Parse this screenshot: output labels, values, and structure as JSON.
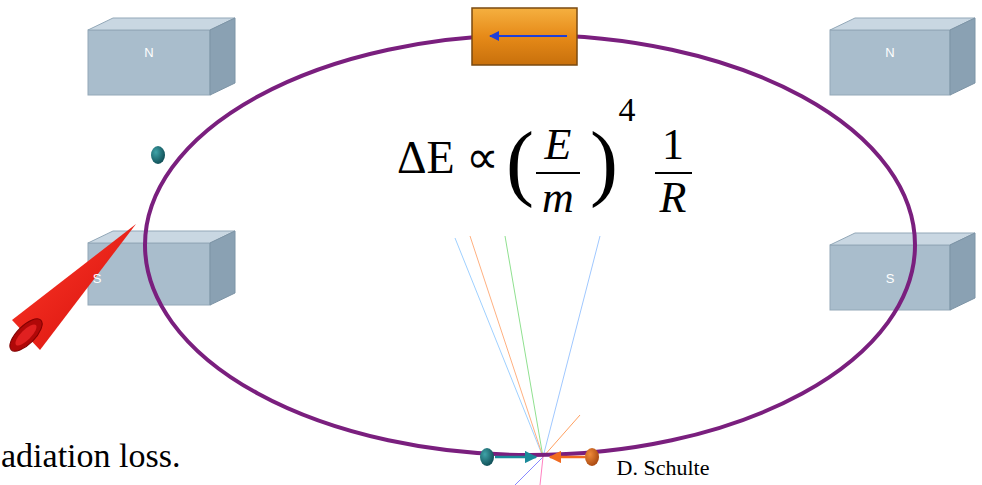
{
  "diagram": {
    "nodes": [
      {
        "text": [
          "N"
        ]
      },
      {
        "text": [
          "N"
        ]
      },
      {
        "text": [
          "S"
        ]
      },
      {
        "text": [
          "S"
        ]
      }
    ],
    "labels": [
      "ΔE ∝",
      "(",
      "E",
      "m",
      ")",
      "4",
      "1",
      "R",
      "adiation loss.",
      "D. Schulte"
    ]
  }
}
